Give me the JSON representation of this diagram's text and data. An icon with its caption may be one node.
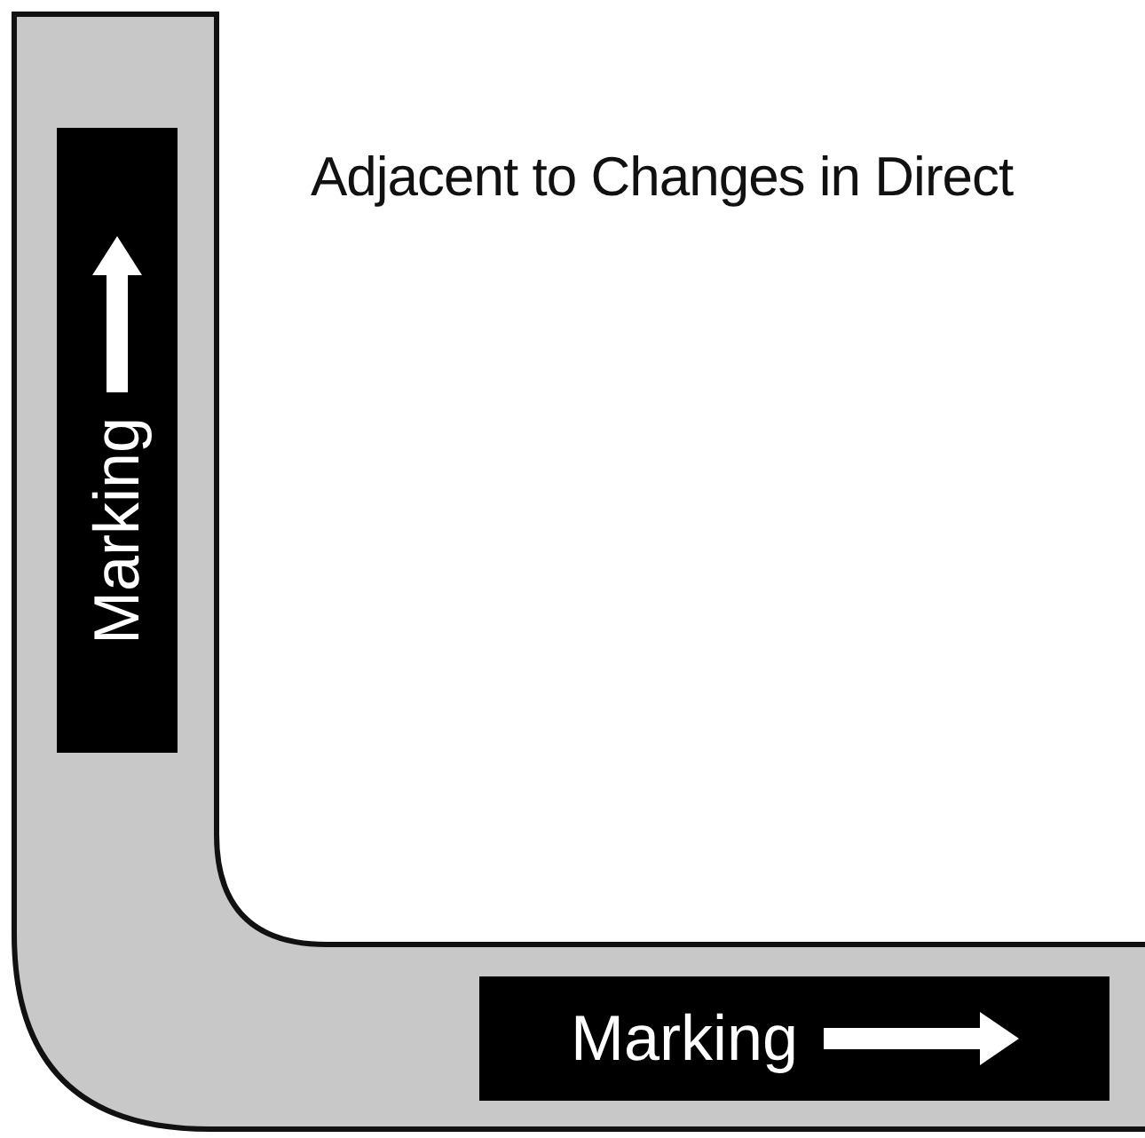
{
  "diagram": {
    "title": "Adjacent to Changes in Direct",
    "nodes": [
      {
        "text": [
          "Marking"
        ]
      },
      {
        "text": [
          "Marking"
        ]
      }
    ]
  }
}
